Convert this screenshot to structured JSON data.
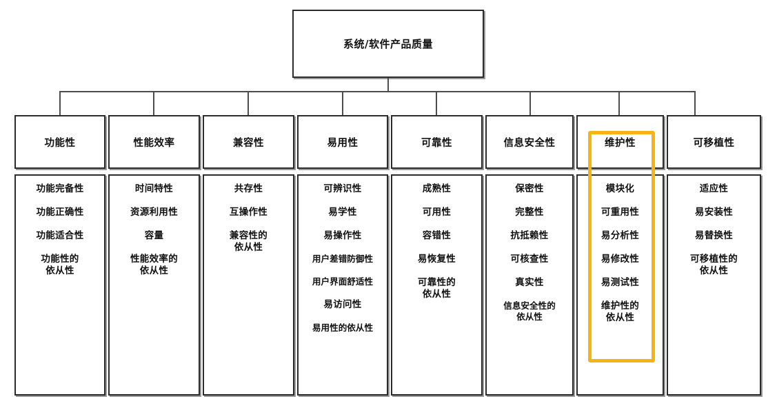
{
  "diagram": {
    "title": "系统/软件产品质量",
    "highlight_color": "#f5b317",
    "line_color": "#4d4d4d",
    "box_border_color": "#2b2b2b",
    "highlighted_category": "维护性"
  },
  "root": {
    "label": "系统/软件产品质量"
  },
  "columns": [
    {
      "category": "功能性",
      "highlighted": false,
      "items": [
        "功能完备性",
        "功能正确性",
        "功能适合性",
        "功能性的\n依从性"
      ]
    },
    {
      "category": "性能效率",
      "highlighted": false,
      "items": [
        "时间特性",
        "资源利用性",
        "容量",
        "性能效率的\n依从性"
      ]
    },
    {
      "category": "兼容性",
      "highlighted": false,
      "items": [
        "共存性",
        "互操作性",
        "兼容性的\n依从性"
      ]
    },
    {
      "category": "易用性",
      "highlighted": false,
      "items": [
        "可辨识性",
        "易学性",
        "易操作性",
        "用户差错防御性",
        "用户界面舒适性",
        "易访问性",
        "易用性的依从性"
      ]
    },
    {
      "category": "可靠性",
      "highlighted": false,
      "items": [
        "成熟性",
        "可用性",
        "容错性",
        "易恢复性",
        "可靠性的\n依从性"
      ]
    },
    {
      "category": "信息安全性",
      "highlighted": false,
      "items": [
        "保密性",
        "完整性",
        "抗抵赖性",
        "可核查性",
        "真实性",
        "信息安全性的\n依从性"
      ]
    },
    {
      "category": "维护性",
      "highlighted": true,
      "items": [
        "模块化",
        "可重用性",
        "易分析性",
        "易修改性",
        "易测试性",
        "维护性的\n依从性"
      ]
    },
    {
      "category": "可移植性",
      "highlighted": false,
      "items": [
        "适应性",
        "易安装性",
        "易替换性",
        "可移植性的\n依从性"
      ]
    }
  ]
}
